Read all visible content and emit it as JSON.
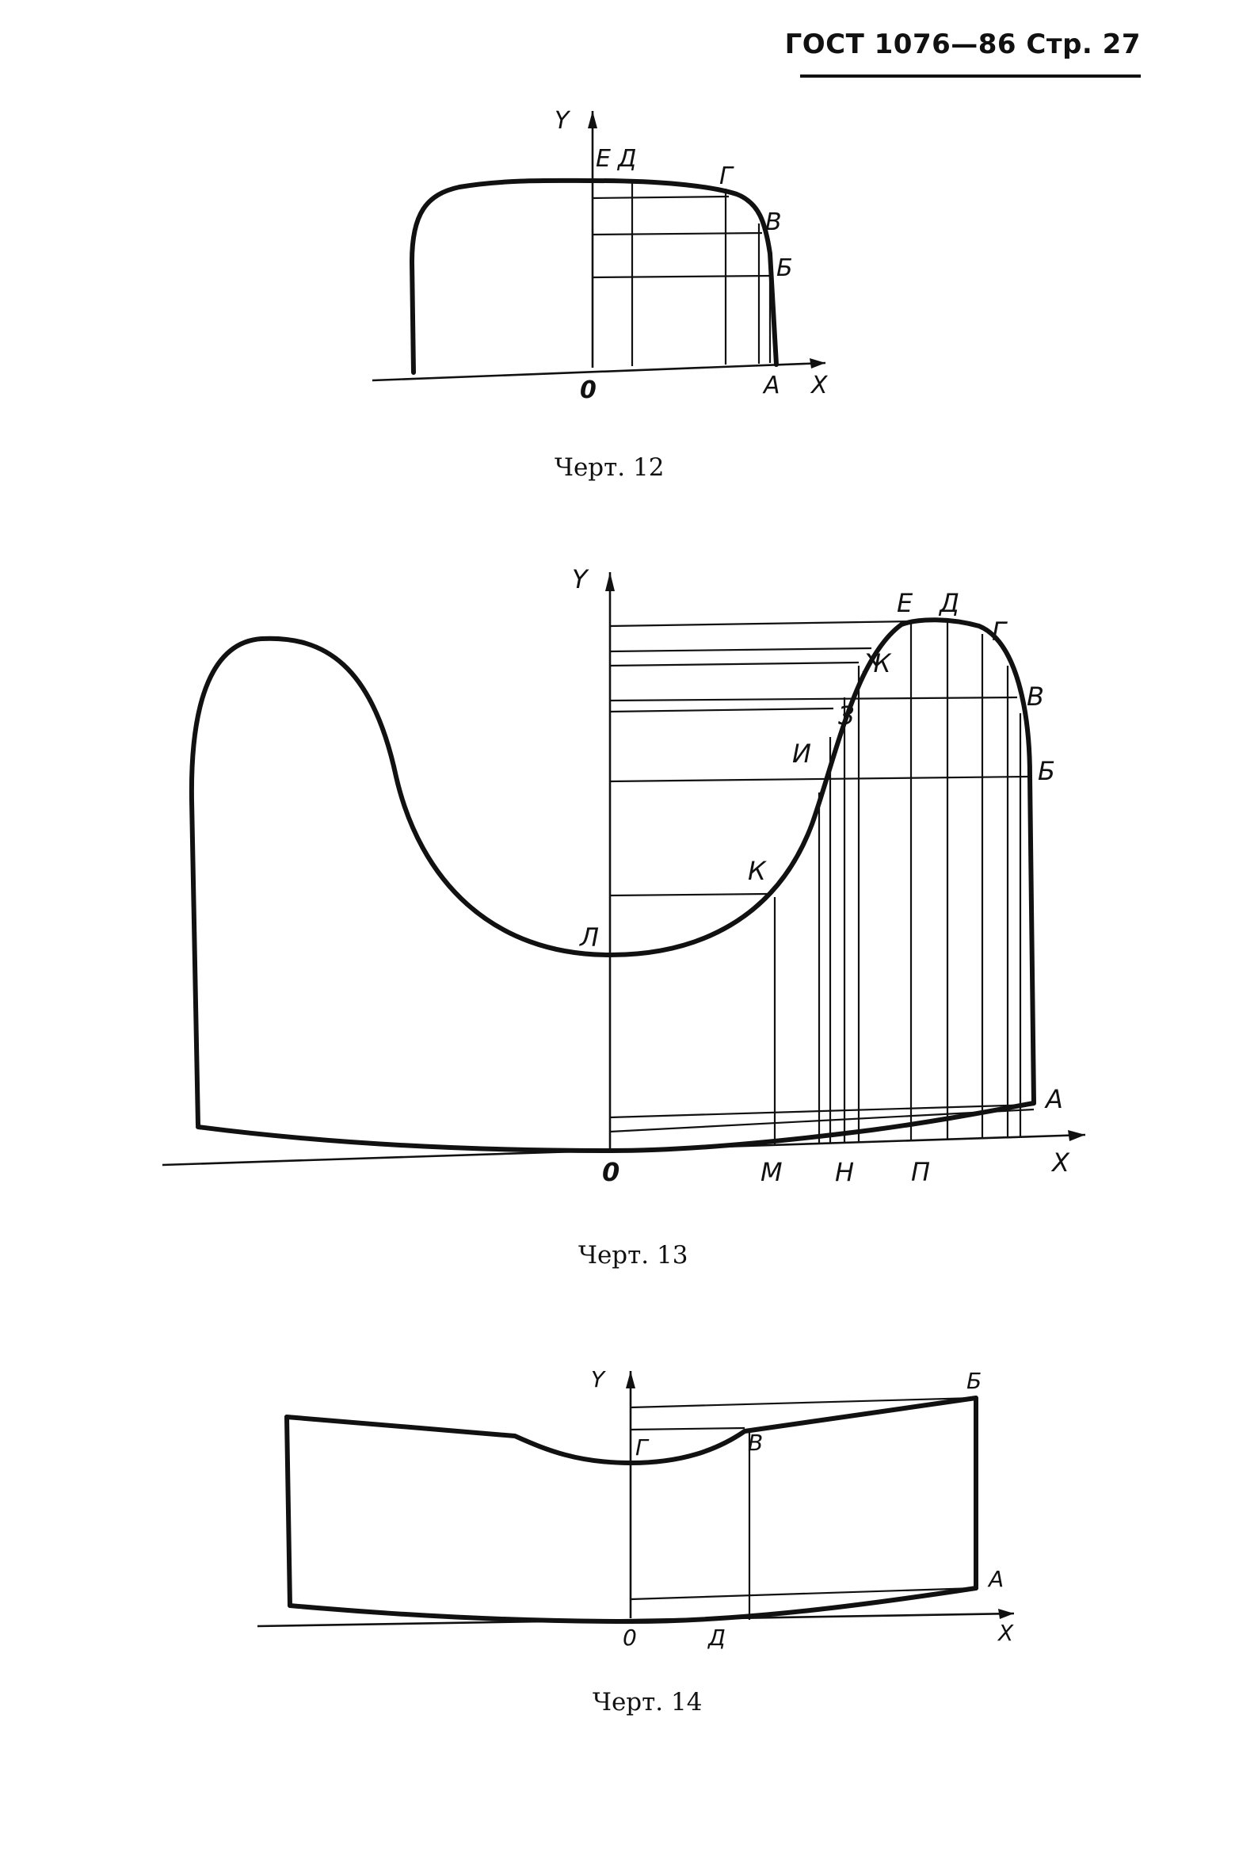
{
  "header": {
    "text": "ГОСТ 1076—86 Стр. 27"
  },
  "figures": [
    {
      "caption": "Черт. 12",
      "axis_labels": {
        "y": "Y",
        "x": "X",
        "origin": "0"
      },
      "point_labels": [
        "Е",
        "Д",
        "Г",
        "В",
        "Б",
        "А"
      ]
    },
    {
      "caption": "Черт. 13",
      "axis_labels": {
        "y": "Y",
        "x": "X",
        "origin": "0"
      },
      "point_labels": [
        "Е",
        "Д",
        "Г",
        "Ж",
        "В",
        "З",
        "И",
        "Б",
        "К",
        "Л",
        "А",
        "М",
        "Н",
        "П"
      ]
    },
    {
      "caption": "Черт. 14",
      "axis_labels": {
        "y": "Y",
        "x": "X",
        "origin": "0"
      },
      "point_labels": [
        "Б",
        "Г",
        "В",
        "А",
        "Д"
      ]
    }
  ]
}
